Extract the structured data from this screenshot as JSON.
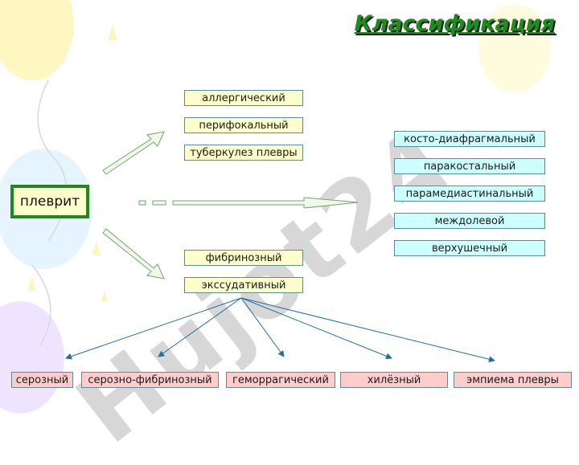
{
  "title": "Классификация",
  "watermark": "Hujot24",
  "root": "плеврит",
  "group_top": [
    "аллергический",
    "перифокальный",
    "туберкулез плевры"
  ],
  "group_right": [
    "косто-диафрагмальный",
    "паракостальный",
    "парамедиастинальный",
    "междолевой",
    "верхушечный"
  ],
  "group_mid": [
    "фибринозный",
    "экссудативный"
  ],
  "group_bottom": [
    "серозный",
    "серозно-фибринозный",
    "геморрагический",
    "хилёзный",
    "эмпиема плевры"
  ],
  "colors": {
    "green_border": "#1e8a1e",
    "yellow_box": "#ffffcc",
    "cyan_box": "#ccffff",
    "pink_box": "#ffcccc",
    "arrow_line": "#1f6fa0"
  }
}
